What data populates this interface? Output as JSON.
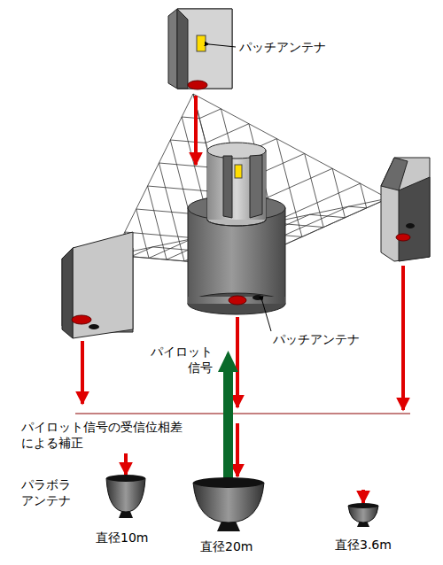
{
  "diagram": {
    "labels": [
      "パッチアンテナ",
      "パッチアンテナ",
      "パイロット 信号",
      "パイロット信号の受信位相差 による補正",
      "パラボラ アンテナ",
      "直径10m",
      "直径20m",
      "直径3.6m"
    ]
  }
}
